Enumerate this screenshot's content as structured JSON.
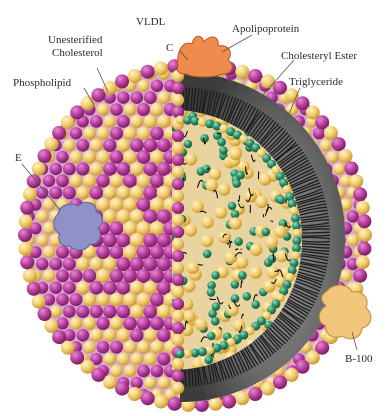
{
  "diagram": {
    "title": "VLDL",
    "labels": {
      "apolipoprotein": "Apolipoprotein",
      "c": "C",
      "unesterified_cholesterol_line1": "Unesterified",
      "unesterified_cholesterol_line2": "Cholesterol",
      "cholesteryl_ester": "Cholesteryl Ester",
      "phospholipid": "Phospholipid",
      "triglyceride": "Triglyceride",
      "e": "E",
      "b100": "B-100"
    },
    "colors": {
      "phospholipid_head_magenta": "#b83f9e",
      "phospholipid_head_yellow": "#f2cf73",
      "inner_cavity": "#5e5e5e",
      "cholesteryl_ester_green": "#2f8f69",
      "triglyceride_yellow": "#f2c96a",
      "apolipoprotein_c": "#f08b4d",
      "apolipoprotein_e": "#8f92c8",
      "apolipoprotein_b100": "#f2c67a"
    }
  }
}
